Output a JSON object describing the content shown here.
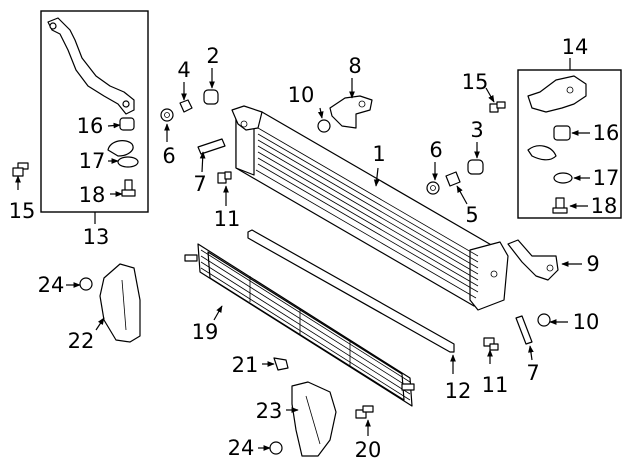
{
  "callouts": {
    "c1": "1",
    "c2": "2",
    "c3": "3",
    "c4": "4",
    "c5": "5",
    "c6a": "6",
    "c6b": "6",
    "c7a": "7",
    "c7b": "7",
    "c8": "8",
    "c9": "9",
    "c10a": "10",
    "c10b": "10",
    "c11a": "11",
    "c11b": "11",
    "c12": "12",
    "c13": "13",
    "c14": "14",
    "c15a": "15",
    "c15b": "15",
    "c16a": "16",
    "c16b": "16",
    "c17a": "17",
    "c17b": "17",
    "c18a": "18",
    "c18b": "18",
    "c19": "19",
    "c20": "20",
    "c21": "21",
    "c22": "22",
    "c23": "23",
    "c24a": "24",
    "c24b": "24"
  }
}
